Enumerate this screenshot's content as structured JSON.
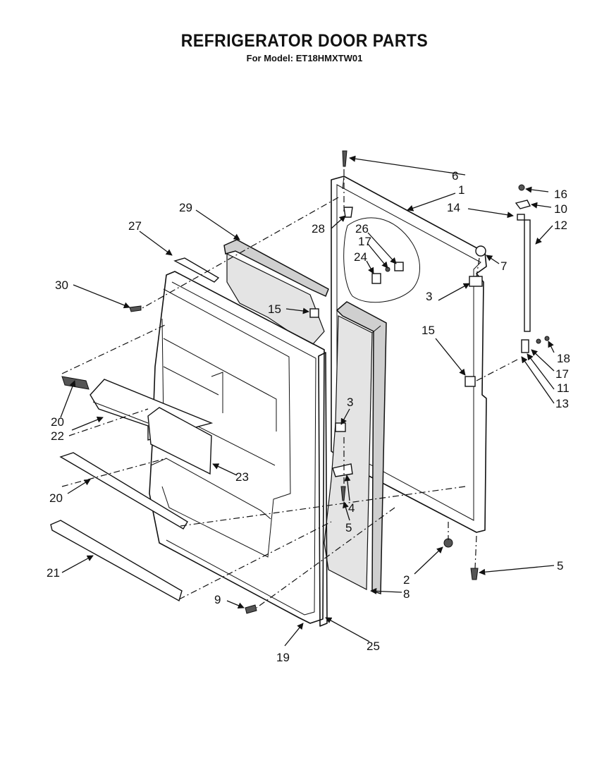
{
  "header": {
    "title": "REFRIGERATOR DOOR PARTS",
    "subtitle": "For Model: ET18HMXTW01"
  },
  "callouts": {
    "c1": "1",
    "c2": "2",
    "c3a": "3",
    "c3b": "3",
    "c4": "4",
    "c5a": "5",
    "c5b": "5",
    "c6": "6",
    "c7": "7",
    "c8": "8",
    "c9": "9",
    "c10": "10",
    "c11": "11",
    "c12": "12",
    "c13": "13",
    "c14": "14",
    "c15a": "15",
    "c15b": "15",
    "c16": "16",
    "c17a": "17",
    "c17b": "17",
    "c18": "18",
    "c19": "19",
    "c20a": "20",
    "c20b": "20",
    "c21": "21",
    "c22": "22",
    "c23": "23",
    "c24": "24",
    "c25": "25",
    "c26": "26",
    "c27": "27",
    "c28": "28",
    "c29": "29",
    "c30": "30"
  },
  "colors": {
    "ink": "#111111",
    "background": "#ffffff",
    "gasket": "#cfcfcf"
  }
}
